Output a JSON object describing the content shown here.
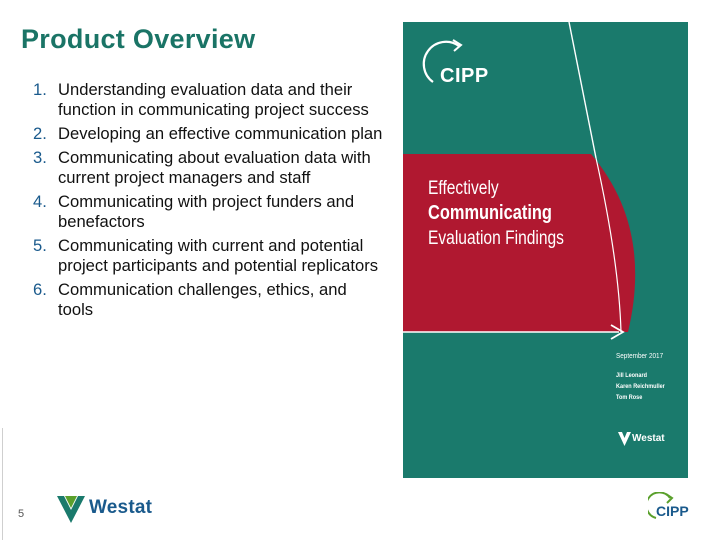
{
  "slide": {
    "title": "Product Overview",
    "page_number": "5"
  },
  "outline": [
    {
      "num": "1.",
      "text": "Understanding evaluation data and their function in communicating project success"
    },
    {
      "num": "2.",
      "text": "Developing an effective communication plan"
    },
    {
      "num": "3.",
      "text": "Communicating about evaluation data with current project managers and staff"
    },
    {
      "num": "4.",
      "text": "Communicating with project funders and benefactors"
    },
    {
      "num": "5.",
      "text": "Communicating with current and potential project participants and potential replicators"
    },
    {
      "num": "6.",
      "text": "Communication challenges, ethics, and tools"
    }
  ],
  "cover": {
    "logo_text": "CIPP",
    "title_line1": "Effectively",
    "title_line2": "Communicating",
    "title_line3": "Evaluation Findings",
    "date": "September 2017",
    "authors": [
      "Jill Leonard",
      "Karen Reichmuller",
      "Tom Rose"
    ],
    "publisher": "Westat"
  },
  "footer": {
    "westat_logo_text": "Westat",
    "cipp_logo_text": "CIPP"
  },
  "colors": {
    "title": "#1a7466",
    "list_numbers": "#1a5a8c",
    "cover_teal": "#1a7a6c",
    "cover_red": "#b01830",
    "westat_blue": "#1a5a8c",
    "cipp_green": "#5aa02c"
  }
}
